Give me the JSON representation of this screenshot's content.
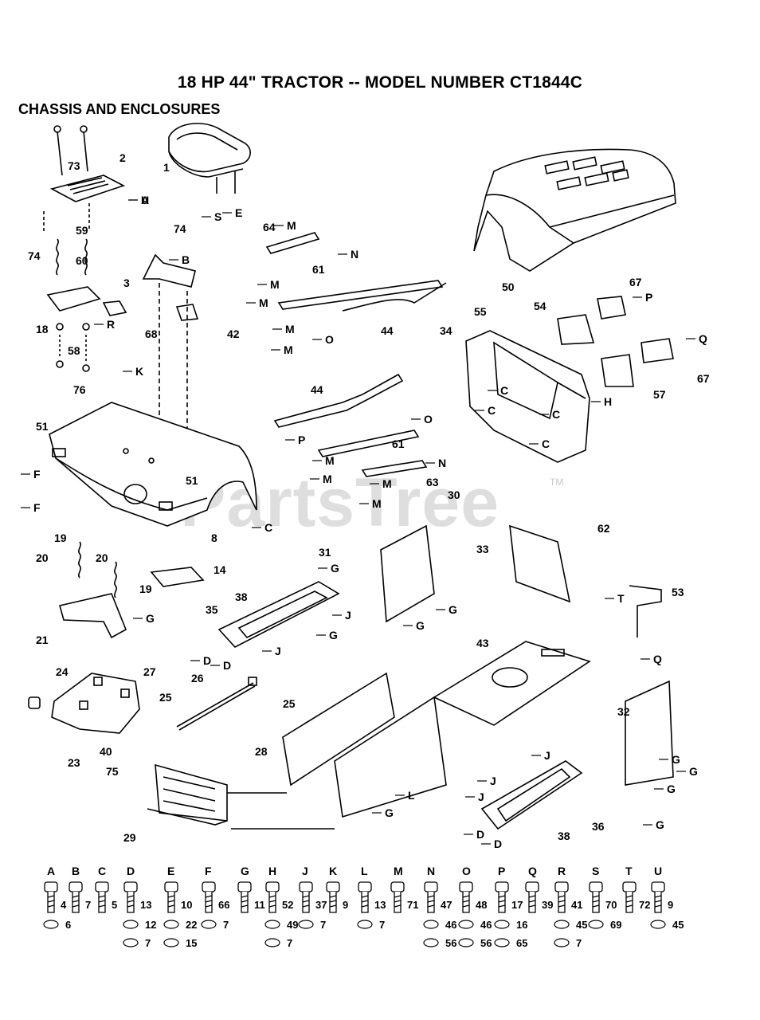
{
  "page": {
    "title": "18 HP 44\" TRACTOR -- MODEL NUMBER CT1844C",
    "subtitle": "CHASSIS AND ENCLOSURES",
    "watermark": "PartsTree",
    "trademark": "TM"
  },
  "diagram": {
    "part_numbers": [
      "1",
      "2",
      "3",
      "8",
      "14",
      "18",
      "19",
      "19",
      "20",
      "20",
      "21",
      "23",
      "24",
      "25",
      "25",
      "26",
      "27",
      "28",
      "29",
      "30",
      "31",
      "32",
      "33",
      "34",
      "35",
      "36",
      "38",
      "38",
      "40",
      "42",
      "43",
      "44",
      "44",
      "50",
      "51",
      "51",
      "53",
      "54",
      "55",
      "57",
      "58",
      "59",
      "60",
      "61",
      "61",
      "62",
      "63",
      "64",
      "67",
      "67",
      "68",
      "73",
      "74",
      "74",
      "75",
      "76"
    ],
    "reference_letters": [
      "A",
      "B",
      "C",
      "C",
      "C",
      "C",
      "C",
      "D",
      "D",
      "D",
      "D",
      "E",
      "F",
      "F",
      "G",
      "G",
      "G",
      "G",
      "G",
      "G",
      "G",
      "G",
      "G",
      "G",
      "H",
      "J",
      "J",
      "J",
      "J",
      "J",
      "K",
      "L",
      "M",
      "M",
      "M",
      "M",
      "M",
      "M",
      "M",
      "M",
      "M",
      "N",
      "N",
      "O",
      "O",
      "P",
      "P",
      "Q",
      "Q",
      "R",
      "S",
      "T",
      "U"
    ]
  },
  "hardware_legend": [
    {
      "letter": "A",
      "items": [
        "4",
        "6"
      ]
    },
    {
      "letter": "B",
      "items": [
        "7"
      ]
    },
    {
      "letter": "C",
      "items": [
        "5"
      ]
    },
    {
      "letter": "D",
      "items": [
        "13",
        "12",
        "7"
      ]
    },
    {
      "letter": "E",
      "items": [
        "10",
        "22",
        "15"
      ]
    },
    {
      "letter": "F",
      "items": [
        "66",
        "7"
      ]
    },
    {
      "letter": "G",
      "items": [
        "11"
      ]
    },
    {
      "letter": "H",
      "items": [
        "52",
        "49",
        "7"
      ]
    },
    {
      "letter": "J",
      "items": [
        "37",
        "7"
      ]
    },
    {
      "letter": "K",
      "items": [
        "9"
      ]
    },
    {
      "letter": "L",
      "items": [
        "13",
        "7"
      ]
    },
    {
      "letter": "M",
      "items": [
        "71"
      ]
    },
    {
      "letter": "N",
      "items": [
        "47",
        "46",
        "56"
      ]
    },
    {
      "letter": "O",
      "items": [
        "48",
        "46",
        "56"
      ]
    },
    {
      "letter": "P",
      "items": [
        "17",
        "16",
        "65"
      ]
    },
    {
      "letter": "Q",
      "items": [
        "39"
      ]
    },
    {
      "letter": "R",
      "items": [
        "41",
        "45",
        "7"
      ]
    },
    {
      "letter": "S",
      "items": [
        "70",
        "69"
      ]
    },
    {
      "letter": "T",
      "items": [
        "72"
      ]
    },
    {
      "letter": "U",
      "items": [
        "9",
        "45"
      ]
    }
  ]
}
